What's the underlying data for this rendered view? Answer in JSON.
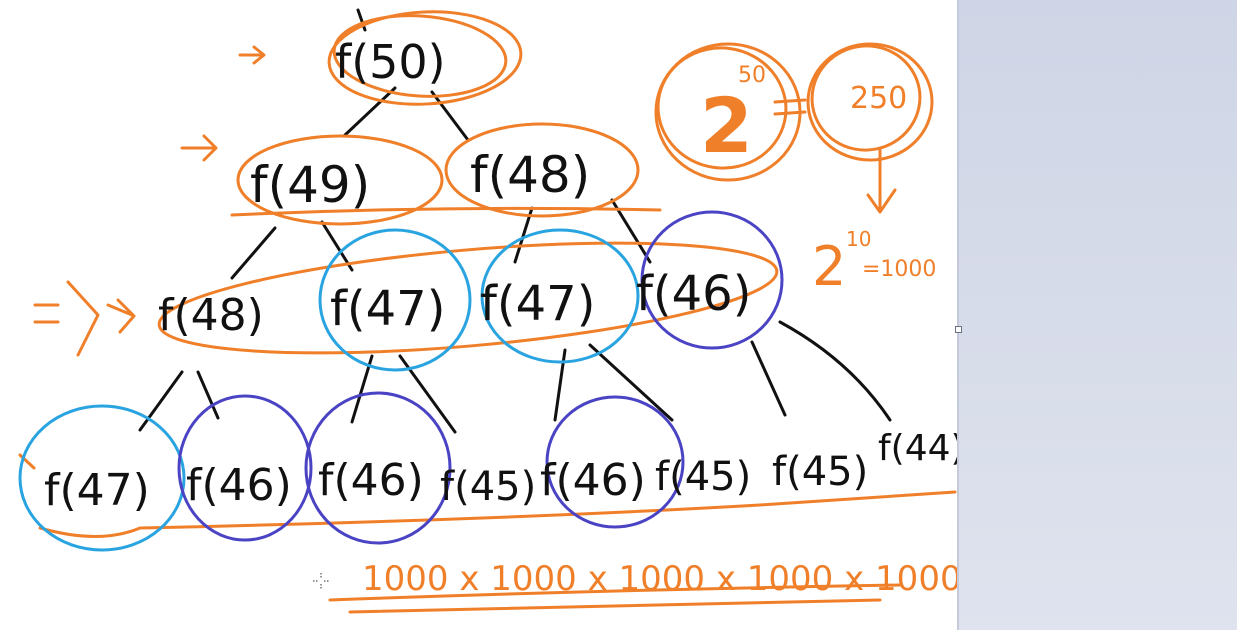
{
  "whiteboard": {
    "nodes": {
      "root": "f(50)",
      "level1": [
        "f(49)",
        "f(48)"
      ],
      "level2": [
        "f(48)",
        "f(47)",
        "f(47)",
        "f(46)"
      ],
      "level3": [
        "f(47)",
        "f(46)",
        "f(46)",
        "f(45)",
        "f(46)",
        "f(45)",
        "f(45)",
        "f(44)"
      ]
    },
    "notes": {
      "power_base": "2",
      "power_exp": "50",
      "power_rhs": "250",
      "approx_base": "2",
      "approx_exp": "10",
      "approx_rhs": "=1000",
      "bottom_line": "1000 x 1000 x 1000 x 1000 x 1000"
    },
    "colors": {
      "ink": "#111111",
      "orange": "#f07f2a",
      "cyan": "#2aa4e0",
      "purple": "#4a43c4"
    }
  }
}
